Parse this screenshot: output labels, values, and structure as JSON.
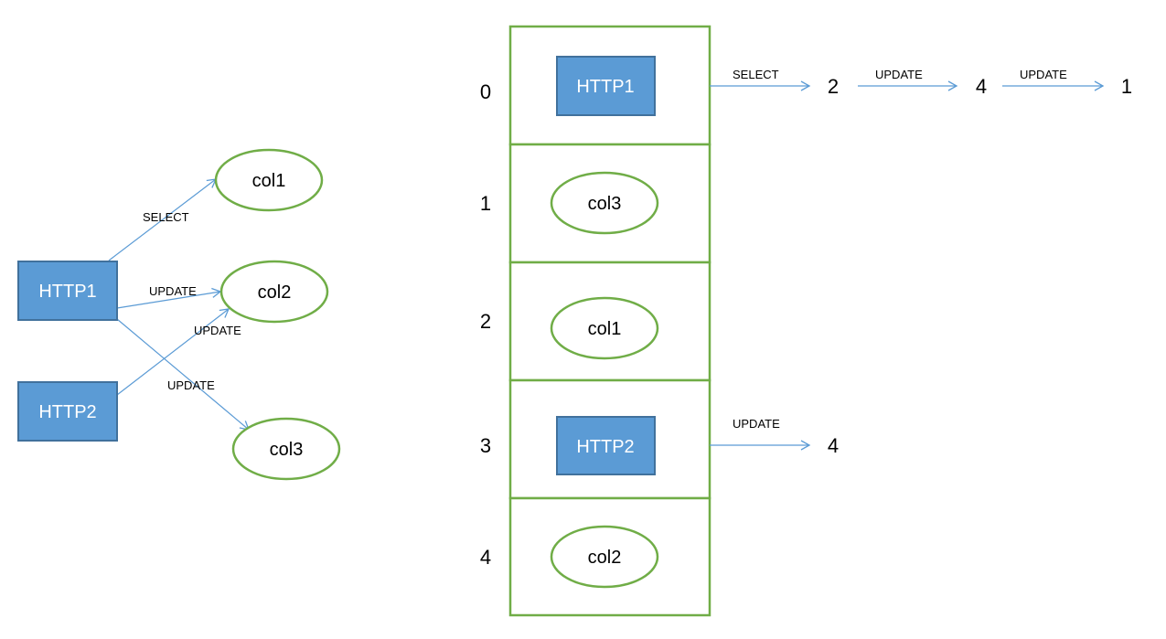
{
  "colors": {
    "box_fill": "#5b9bd5",
    "box_stroke": "#41719c",
    "ellipse_stroke": "#70ad47",
    "grid_stroke": "#70ad47",
    "arrow": "#5b9bd5"
  },
  "left_graph": {
    "requests": [
      {
        "id": "http1",
        "label": "HTTP1"
      },
      {
        "id": "http2",
        "label": "HTTP2"
      }
    ],
    "columns": [
      {
        "id": "col1",
        "label": "col1"
      },
      {
        "id": "col2",
        "label": "col2"
      },
      {
        "id": "col3",
        "label": "col3"
      }
    ],
    "edges": [
      {
        "from": "http1",
        "to": "col1",
        "label": "SELECT"
      },
      {
        "from": "http1",
        "to": "col2",
        "label": "UPDATE"
      },
      {
        "from": "http1",
        "to": "col3",
        "label": "UPDATE"
      },
      {
        "from": "http2",
        "to": "col2",
        "label": "UPDATE"
      }
    ]
  },
  "table": {
    "rows": [
      {
        "index": "0",
        "label": "HTTP1",
        "kind": "request"
      },
      {
        "index": "1",
        "label": "col3",
        "kind": "column"
      },
      {
        "index": "2",
        "label": "col1",
        "kind": "column"
      },
      {
        "index": "3",
        "label": "HTTP2",
        "kind": "request"
      },
      {
        "index": "4",
        "label": "col2",
        "kind": "column"
      }
    ]
  },
  "chains": [
    {
      "row": "0",
      "steps": [
        {
          "label": "SELECT",
          "target": "2"
        },
        {
          "label": "UPDATE",
          "target": "4"
        },
        {
          "label": "UPDATE",
          "target": "1"
        }
      ]
    },
    {
      "row": "3",
      "steps": [
        {
          "label": "UPDATE",
          "target": "4"
        }
      ]
    }
  ]
}
